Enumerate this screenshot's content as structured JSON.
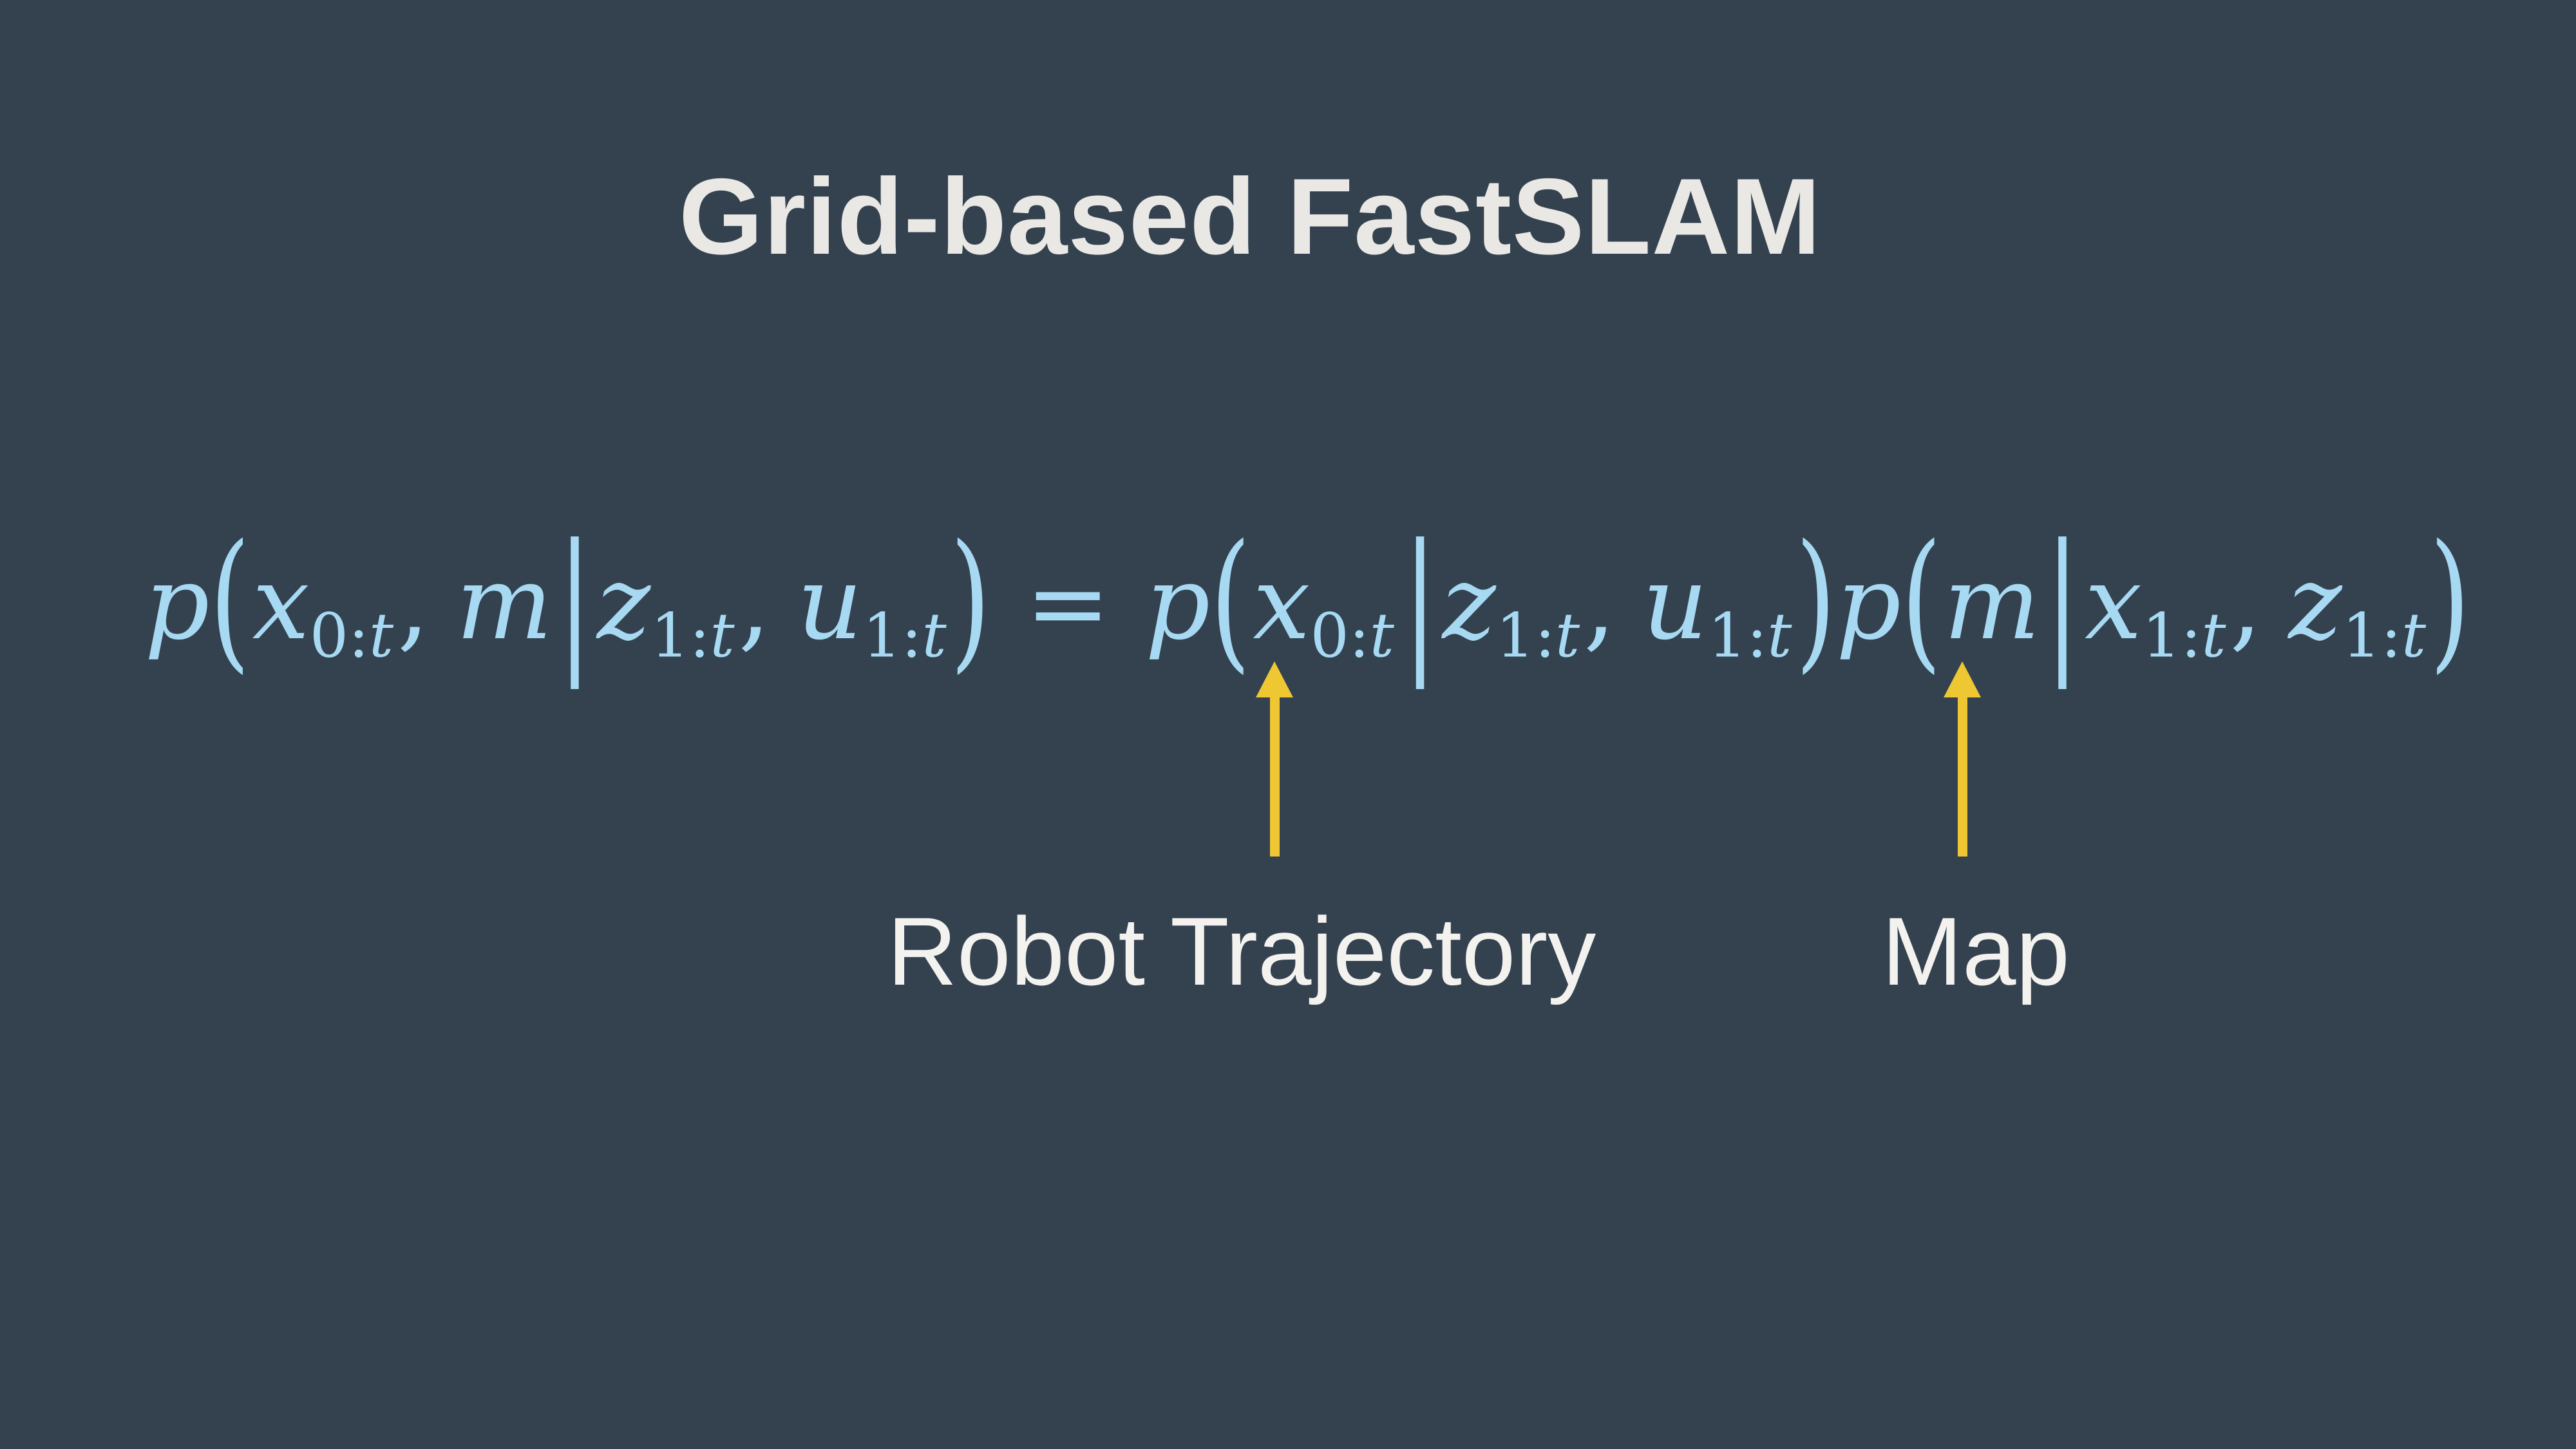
{
  "slide": {
    "title": "Grid-based FastSLAM",
    "colors": {
      "background": "#344250",
      "title": "#eae8e4",
      "formula": "#a7d9f2",
      "label": "#f4f2ef",
      "arrow": "#efc733"
    }
  },
  "formula": {
    "latex": "p(x_{0:t}, m|z_{1:t}, u_{1:t}) = p(x_{0:t}|z_{1:t}, u_{1:t})p(m|x_{1:t}, z_{1:t})",
    "tokens": [
      {
        "t": "p",
        "k": "var"
      },
      {
        "t": "(",
        "k": "open"
      },
      {
        "t": "x",
        "k": "var"
      },
      {
        "t": "0:",
        "k": "subnum"
      },
      {
        "t": "t",
        "k": "subvar"
      },
      {
        "t": ",",
        "k": "comma"
      },
      {
        "t": "m",
        "k": "var"
      },
      {
        "t": "|",
        "k": "bar"
      },
      {
        "t": "z",
        "k": "var"
      },
      {
        "t": "1:",
        "k": "subnum"
      },
      {
        "t": "t",
        "k": "subvar"
      },
      {
        "t": ",",
        "k": "comma"
      },
      {
        "t": "u",
        "k": "var"
      },
      {
        "t": "1:",
        "k": "subnum"
      },
      {
        "t": "t",
        "k": "subvar"
      },
      {
        "t": ")",
        "k": "close"
      },
      {
        "t": "=",
        "k": "rel"
      },
      {
        "t": "p",
        "k": "var"
      },
      {
        "t": "(",
        "k": "open"
      },
      {
        "t": "x",
        "k": "var"
      },
      {
        "t": "0:",
        "k": "subnum"
      },
      {
        "t": "t",
        "k": "subvar"
      },
      {
        "t": "|",
        "k": "bar"
      },
      {
        "t": "z",
        "k": "var"
      },
      {
        "t": "1:",
        "k": "subnum"
      },
      {
        "t": "t",
        "k": "subvar"
      },
      {
        "t": ",",
        "k": "comma"
      },
      {
        "t": "u",
        "k": "var"
      },
      {
        "t": "1:",
        "k": "subnum"
      },
      {
        "t": "t",
        "k": "subvar"
      },
      {
        "t": ")",
        "k": "close"
      },
      {
        "t": "p",
        "k": "var"
      },
      {
        "t": "(",
        "k": "open"
      },
      {
        "t": "m",
        "k": "var"
      },
      {
        "t": "|",
        "k": "bar"
      },
      {
        "t": "x",
        "k": "var"
      },
      {
        "t": "1:",
        "k": "subnum"
      },
      {
        "t": "t",
        "k": "subvar"
      },
      {
        "t": ",",
        "k": "comma"
      },
      {
        "t": "z",
        "k": "var"
      },
      {
        "t": "1:",
        "k": "subnum"
      },
      {
        "t": "t",
        "k": "subvar"
      },
      {
        "t": ")",
        "k": "close"
      }
    ]
  },
  "annotations": [
    {
      "label": "Robot Trajectory",
      "points_to": "p(x_{0:t}|z_{1:t}, u_{1:t})"
    },
    {
      "label": "Map",
      "points_to": "p(m|x_{1:t}, z_{1:t})"
    }
  ]
}
